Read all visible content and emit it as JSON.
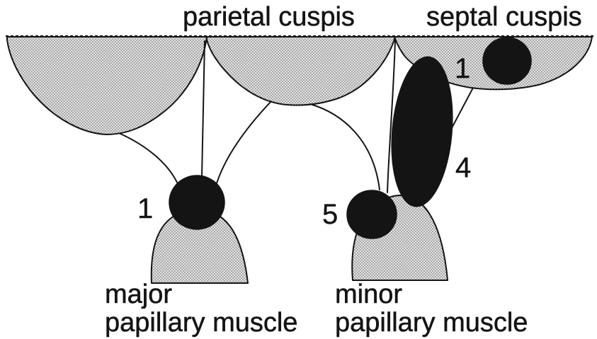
{
  "labels": {
    "parietal_cuspis": "parietal cuspis",
    "septal_cuspis": "septal cuspis",
    "major_line1": "major",
    "major_line2": "papillary muscle",
    "minor_line1": "minor",
    "minor_line2": "papillary muscle"
  },
  "markers": {
    "major_muscle_number": "1",
    "septal_cusp_number": "1",
    "ellipse_number": "4",
    "minor_muscle_number": "5"
  },
  "colors": {
    "ink": "#141414",
    "background": "#ffffff",
    "stipple_base": "#e4e4e4",
    "stipple_dot": "#5e5e5e"
  }
}
